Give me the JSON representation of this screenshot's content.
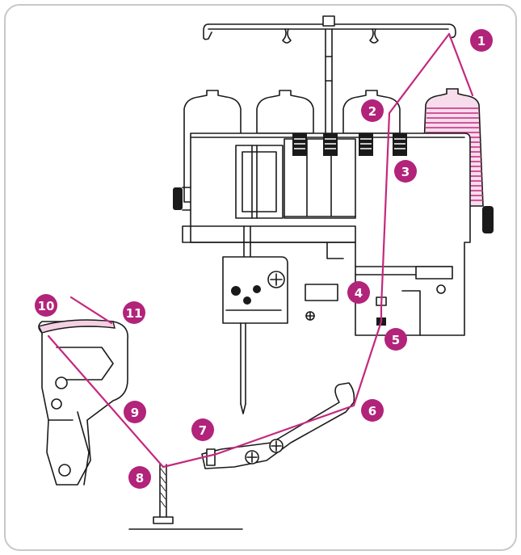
{
  "colors": {
    "thread": "#c4287f",
    "badge": "#b2237a",
    "frame": "#c8c8c8",
    "ink": "#1a1a1a"
  },
  "steps": [
    {
      "id": "1",
      "label": "1"
    },
    {
      "id": "2",
      "label": "2"
    },
    {
      "id": "3",
      "label": "3"
    },
    {
      "id": "4",
      "label": "4"
    },
    {
      "id": "5",
      "label": "5"
    },
    {
      "id": "6",
      "label": "6"
    },
    {
      "id": "7",
      "label": "7"
    },
    {
      "id": "8",
      "label": "8"
    },
    {
      "id": "9",
      "label": "9"
    },
    {
      "id": "10",
      "label": "10"
    },
    {
      "id": "11",
      "label": "11"
    }
  ]
}
